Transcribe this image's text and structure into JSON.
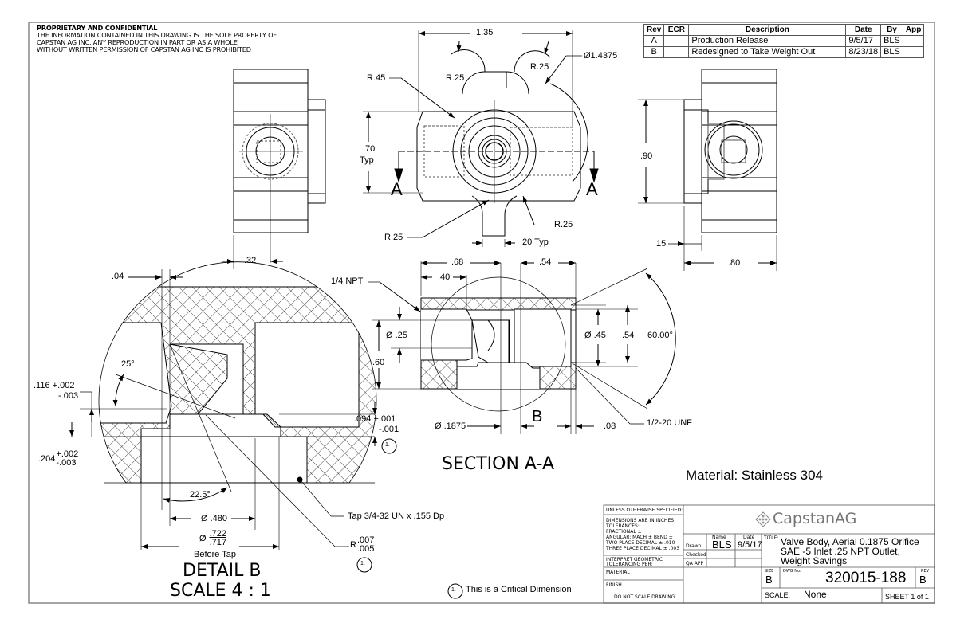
{
  "notice": {
    "heading": "PROPRIETARY AND CONFIDENTIAL",
    "lines": [
      "THE INFORMATION CONTAINED IN THIS DRAWING IS THE SOLE PROPERTY OF",
      "CAPSTAN AG INC. ANY REPRODUCTION IN PART OR AS A WHOLE",
      "WITHOUT WRITTEN PERMISSION OF CAPSTAN AG INC IS PROHIBITED"
    ]
  },
  "revision_table": {
    "headers": [
      "Rev",
      "ECR",
      "Description",
      "Date",
      "By",
      "App"
    ],
    "rows": [
      {
        "rev": "A",
        "ecr": "",
        "description": "Production Release",
        "date": "9/5/17",
        "by": "BLS",
        "app": ""
      },
      {
        "rev": "B",
        "ecr": "",
        "description": "Redesigned to Take Weight Out",
        "date": "8/23/18",
        "by": "BLS",
        "app": ""
      }
    ]
  },
  "front_view": {
    "dims": {
      "width": "1.35",
      "diameter": "Ø1.4375",
      "r_left": "R.25",
      "r_right": "R.25",
      "r_45": "R.45",
      "height": ".70",
      "height_note": "Typ",
      "r_bottom_left": "R.25",
      "r_bottom_right": "R.25",
      "stem_width": ".20 Typ",
      "section_label_left": "A",
      "section_label_right": "A"
    }
  },
  "left_view": {
    "dims": {
      "offset": ".32"
    }
  },
  "right_view": {
    "dims": {
      "height": ".90",
      "flange": ".15",
      "width": ".80"
    }
  },
  "section_view": {
    "title": "SECTION A-A",
    "dims": {
      "d68": ".68",
      "d40": ".40",
      "d54_top": ".54",
      "npt": "1/4 NPT",
      "dia25": "Ø .25",
      "h60": ".60",
      "dia45": "Ø .45",
      "h54": ".54",
      "angle": "60.00°",
      "dia1875": "Ø .1875",
      "detail_label": "B",
      "d08": ".08",
      "unf": "1/2-20 UNF"
    }
  },
  "detail_view": {
    "title": "DETAIL B",
    "scale": "SCALE 4 : 1",
    "dims": {
      "d04": ".04",
      "angle25": "25°",
      "d116": ".116 +.002",
      "d116_lower": "-.003",
      "d204": ".204",
      "d204_upper": "+.002",
      "d204_lower": "-.003",
      "d094": ".094 +.001",
      "d094_lower": "-.001",
      "angle225": "22.5°",
      "dia480": "Ø .480",
      "dia722": ".722",
      "dia717": ".717",
      "dia_symbol": "Ø",
      "before_tap": "Before Tap",
      "tap_note": "Tap 3/4-32 UN x .155 Dp",
      "radius_prefix": "R",
      "radius_upper": ".007",
      "radius_lower": ".005",
      "critical_marker": "1."
    }
  },
  "material_note": "Material: Stainless 304",
  "critical_note": {
    "marker": "1.",
    "text": "This is a Critical Dimension"
  },
  "title_block": {
    "tolerances": {
      "unless": "UNLESS OTHERWISE SPECIFIED:",
      "units": "DIMENSIONS ARE IN INCHES",
      "tol_label": "TOLERANCES:",
      "fractional": "FRACTIONAL ±",
      "angular": "ANGULAR: MACH ±   BEND ±",
      "two_place": "TWO PLACE DECIMAL   ± .010",
      "three_place": "THREE PLACE DECIMAL  ± .003",
      "interpret": "INTERPRET GEOMETRIC",
      "tolerancing": "TOLERANCING PER:",
      "material": "MATERIAL",
      "finish": "FINISH",
      "do_not_scale": "DO NOT SCALE DRAWING"
    },
    "signoff": {
      "name_header": "Name",
      "date_header": "Date",
      "drawn_label": "Drawn",
      "drawn_name": "BLS",
      "drawn_date": "9/5/17",
      "checked_label": "Checked",
      "qa_label": "QA APP"
    },
    "company": "CapstanAG",
    "title_label": "TITLE:",
    "title_lines": [
      "Valve Body, Aerial 0.1875 Orifice",
      "SAE -5 Inlet .25 NPT Outlet,",
      "Weight Savings"
    ],
    "size_label": "SIZE",
    "size": "B",
    "dwg_label": "DWG No:",
    "dwg_no": "320015-188",
    "rev_label": "REV",
    "rev": "B",
    "scale_label": "SCALE:",
    "scale": "None",
    "sheet": "SHEET 1 of 1"
  },
  "colors": {
    "ink": "#000000",
    "border": "#888888",
    "hidden": "#555555"
  }
}
